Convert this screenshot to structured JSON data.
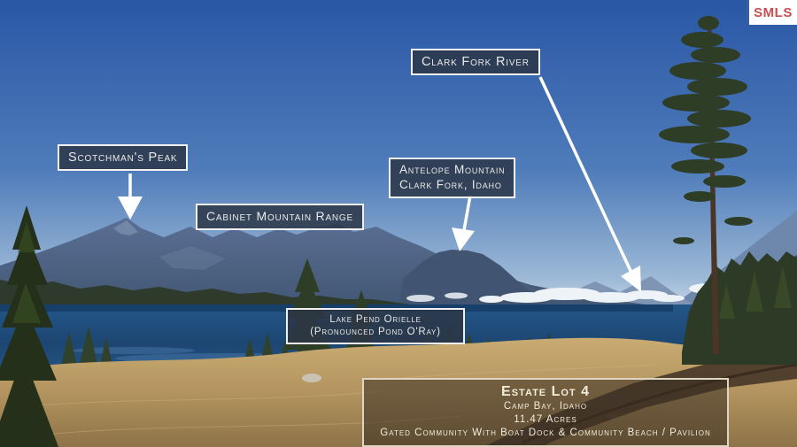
{
  "watermark": {
    "label": "SMLS"
  },
  "callouts": {
    "clark_fork_river": {
      "label": "Clark Fork River"
    },
    "scotchmans_peak": {
      "label": "Scotchman's Peak"
    },
    "antelope_mountain": {
      "line1": "Antelope Mountain",
      "line2": "Clark Fork, Idaho"
    },
    "cabinet_mountain_range": {
      "label": "Cabinet Mountain Range"
    },
    "lake_pend_orielle": {
      "line1": "Lake Pend Orielle",
      "line2": "(Pronounced Pond O'Ray)"
    }
  },
  "estate_info": {
    "title": "Estate Lot 4",
    "location": "Camp Bay, Idaho",
    "acreage": "11.47 Acres",
    "amenities": "Gated Community With Boat Dock & Community Beach / Pavilion"
  },
  "colors": {
    "callout_background": "#2c3646",
    "callout_border": "#f0f0f0",
    "callout_text": "#e9e9e9",
    "estate_border": "#ded6c2",
    "estate_text": "#f2ecda",
    "watermark_text": "#c94f4f",
    "watermark_background": "#ffffff",
    "watermark_accent": "#3c5f9f",
    "arrow": "#ffffff",
    "sky_top": "#2a57a5",
    "lake": "#1d4672",
    "grass": "#b99d6b"
  }
}
